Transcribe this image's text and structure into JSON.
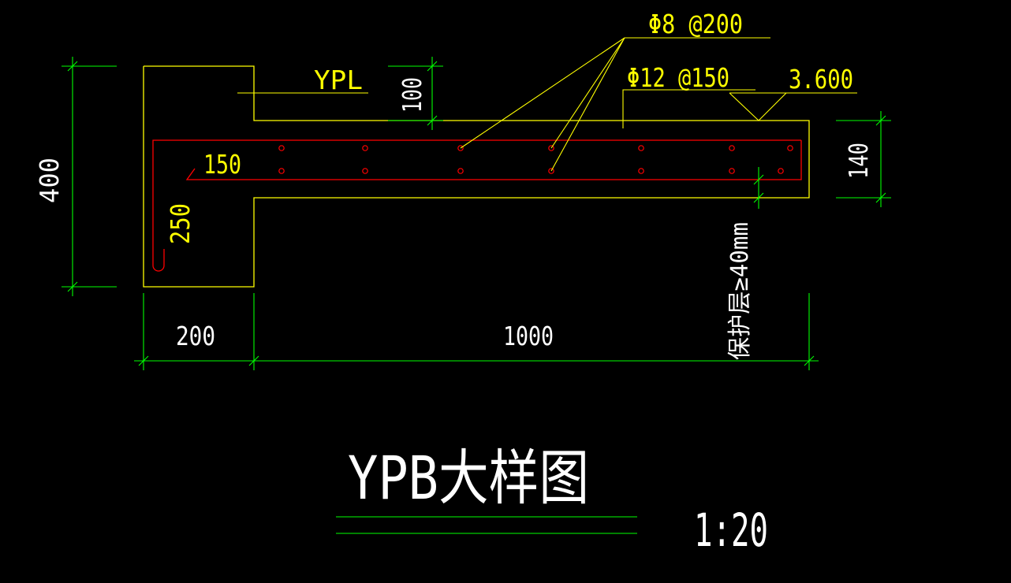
{
  "drawing": {
    "title": "YPB大样图",
    "scale": "1:20",
    "beam_label": "YPL",
    "bar_top": "Φ8 @200",
    "bar_bottom": "Φ12 @150",
    "elevation": "3.600",
    "cover_note": "保护层≥40mm"
  },
  "dimensions": {
    "height_total": "400",
    "beam_step": "100",
    "slab_thickness": "140",
    "hook_length": "150",
    "bend_length": "250",
    "beam_width": "200",
    "slab_length": "1000"
  },
  "colors": {
    "background": "#000000",
    "outline": "#ffff00",
    "rebar": "#ff0000",
    "dimension": "#00ff00",
    "text": "#ffff00",
    "title": "#ffffff"
  }
}
